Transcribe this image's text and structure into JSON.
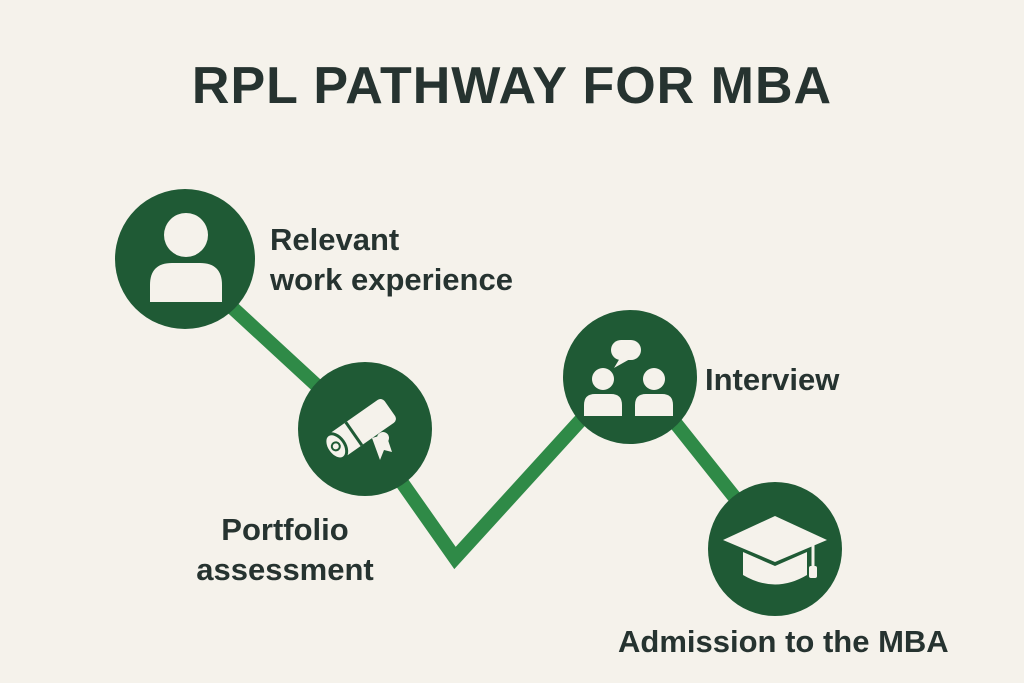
{
  "title": "RPL PATHWAY FOR MBA",
  "colors": {
    "background": "#f5f2eb",
    "circle": "#1f5a35",
    "path_line": "#2f8a47",
    "icon": "#f5f2eb",
    "text": "#263330"
  },
  "steps": [
    {
      "icon": "person-icon",
      "label_lines": [
        "Relevant",
        "work experience"
      ]
    },
    {
      "icon": "diploma-scroll-icon",
      "label_lines": [
        "Portfolio",
        "assessment"
      ]
    },
    {
      "icon": "discussion-people-icon",
      "label_lines": [
        "Interview"
      ]
    },
    {
      "icon": "graduation-cap-icon",
      "label_lines": [
        "Admission to the MBA"
      ]
    }
  ]
}
